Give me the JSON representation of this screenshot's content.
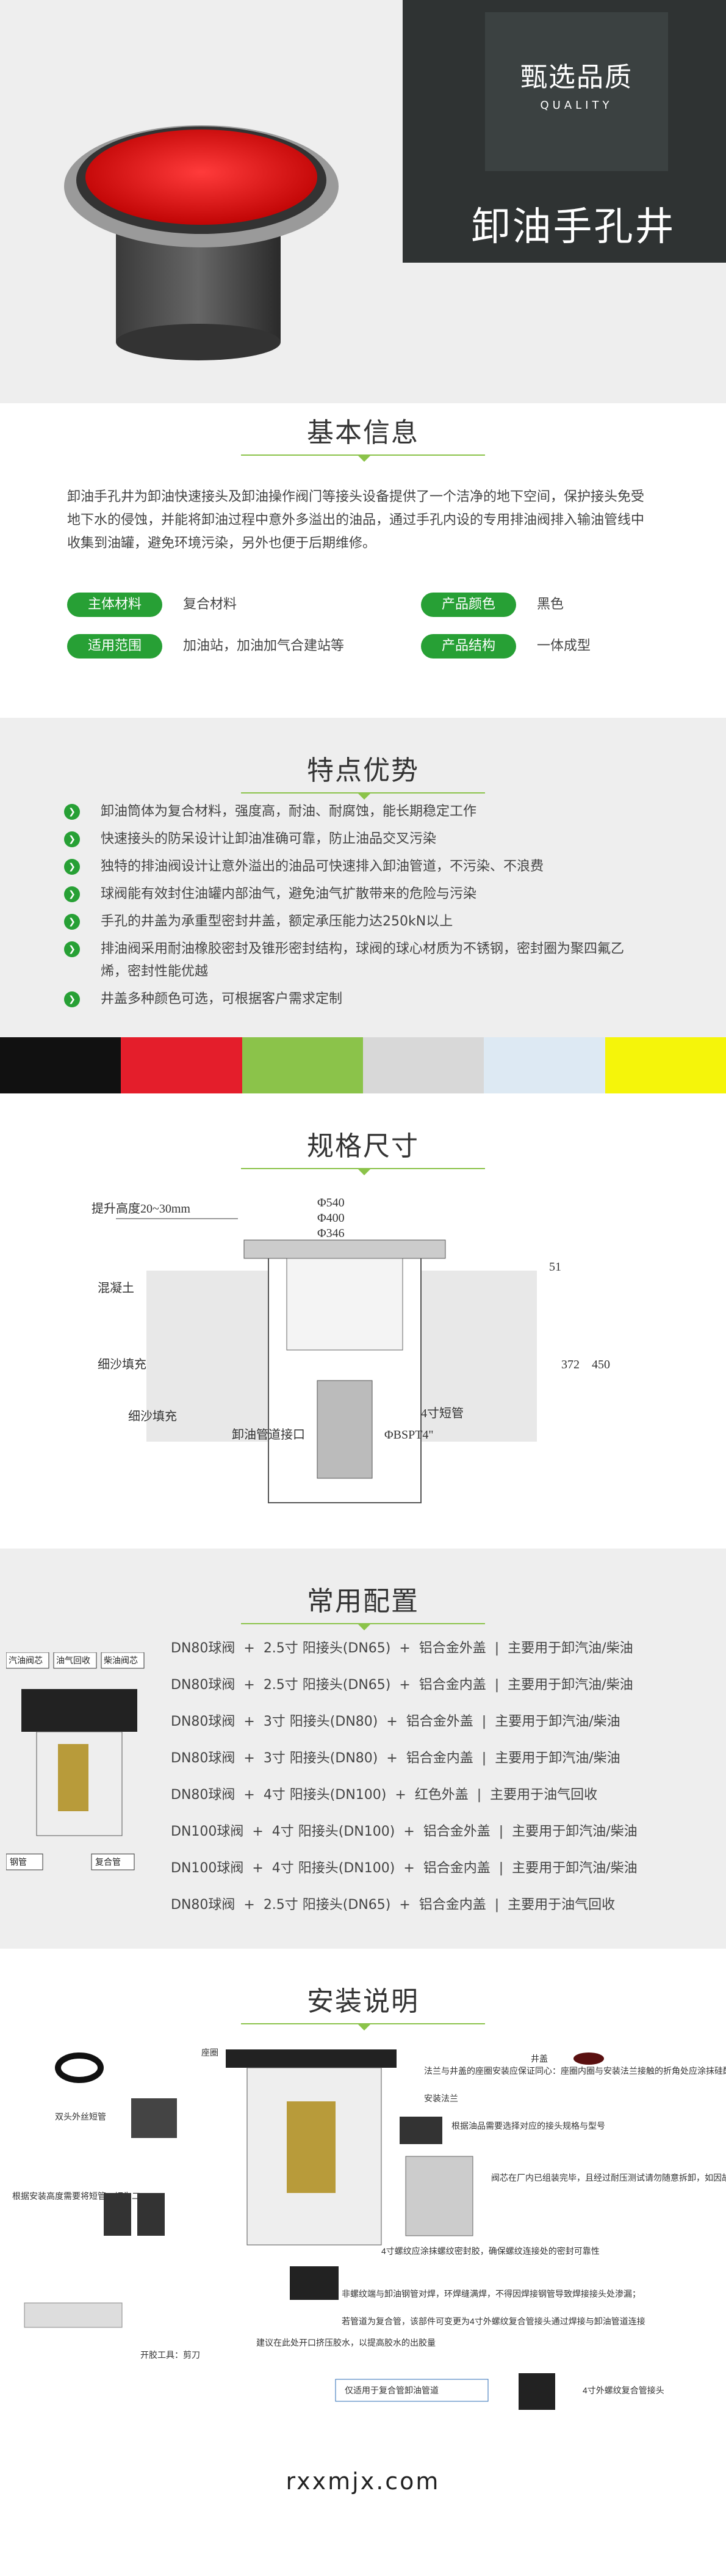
{
  "hero": {
    "quality_title": "甄选品质",
    "quality_sub": "QUALITY",
    "product_title": "卸油手孔井"
  },
  "basic": {
    "title": "基本信息",
    "intro": "卸油手孔井为卸油快速接头及卸油操作阀门等接头设备提供了一个洁净的地下空间，保护接头免受地下水的侵蚀，并能将卸油过程中意外多溢出的油品，通过手孔内设的专用排油阀排入输油管线中收集到油罐，避免环境污染，另外也便于后期维修。",
    "tags": [
      {
        "label": "主体材料",
        "value": "复合材料"
      },
      {
        "label": "产品颜色",
        "value": "黑色"
      },
      {
        "label": "适用范围",
        "value": "加油站，加油加气合建站等"
      },
      {
        "label": "产品结构",
        "value": "一体成型"
      }
    ]
  },
  "features": {
    "title": "特点优势",
    "items": [
      "卸油筒体为复合材料，强度高，耐油、耐腐蚀，能长期稳定工作",
      "快速接头的防呆设计让卸油准确可靠，防止油品交叉污染",
      "独特的排油阀设计让意外溢出的油品可快速排入卸油管道，不污染、不浪费",
      "球阀能有效封住油罐内部油气，避免油气扩散带来的危险与污染",
      "手孔的井盖为承重型密封井盖，额定承压能力达250kN以上",
      "排油阀采用耐油橡胶密封及锥形密封结构，球阀的球心材质为不锈钢，密封圈为聚四氟乙烯，密封性能优越",
      "井盖多种颜色可选，可根据客户需求定制"
    ],
    "swatch_colors": [
      "#111111",
      "#e41e2b",
      "#8bc34a",
      "#d8d8d8",
      "#dde9f3",
      "#f5f50a"
    ]
  },
  "spec": {
    "title": "规格尺寸",
    "labels": {
      "raise": "提升高度20~30mm",
      "d540": "Φ540",
      "d400": "Φ400",
      "d346": "Φ346",
      "dim51": "51",
      "dim372": "372",
      "dim450": "450",
      "concrete": "混凝土",
      "fine_sand": "细沙填充",
      "fine_sand2": "细沙填充",
      "short_pipe": "4寸短管",
      "interface": "卸油管道接口",
      "thread": "ΦBSPT4\""
    }
  },
  "config": {
    "title": "常用配置",
    "diagram_labels": [
      "汽油阀芯",
      "油气回收",
      "柴油阀芯",
      "钢管",
      "复合管"
    ],
    "rows": [
      {
        "valve": "DN80球阀",
        "joint": "2.5寸 阳接头(DN65)",
        "cover": "铝合金外盖",
        "use": "主要用于卸汽油/柴油"
      },
      {
        "valve": "DN80球阀",
        "joint": "2.5寸 阳接头(DN65)",
        "cover": "铝合金内盖",
        "use": "主要用于卸汽油/柴油"
      },
      {
        "valve": "DN80球阀",
        "joint": "3寸 阳接头(DN80)",
        "cover": "铝合金外盖",
        "use": "主要用于卸汽油/柴油"
      },
      {
        "valve": "DN80球阀",
        "joint": "3寸 阳接头(DN80)",
        "cover": "铝合金内盖",
        "use": "主要用于卸汽油/柴油"
      },
      {
        "valve": "DN80球阀",
        "joint": "4寸 阳接头(DN100)",
        "cover": "红色外盖",
        "use": "主要用于油气回收"
      },
      {
        "valve": "DN100球阀",
        "joint": "4寸 阳接头(DN100)",
        "cover": "铝合金外盖",
        "use": "主要用于卸汽油/柴油"
      },
      {
        "valve": "DN100球阀",
        "joint": "4寸 阳接头(DN100)",
        "cover": "铝合金内盖",
        "use": "主要用于卸汽油/柴油"
      },
      {
        "valve": "DN80球阀",
        "joint": "2.5寸 阳接头(DN65)",
        "cover": "铝合金内盖",
        "use": "主要用于油气回收"
      }
    ]
  },
  "install": {
    "title": "安装说明",
    "labels": {
      "gasket": "座圈",
      "cover": "井盖",
      "double_head": "双头外丝短管",
      "cut_note": "根据安装高度需要将短管一切为二",
      "flange_note": "法兰与井盖的座圈安装应保证同心：座圈内圈与安装法兰接触的折角处应涂抹硅酮结构胶；",
      "install_valve": "安装法兰",
      "joint_note": "根据油品需要选择对应的接头规格与型号",
      "core_note": "阀芯在厂内已组装完毕，且经过耐压测试请勿随意拆卸，如因故确实需要拆卸，请在拆装过程中保护好密封圈，防止因破损导致泄漏；",
      "thread_note": "4寸螺纹应涂抹螺纹密封胶，确保螺纹连接处的密封可靠性",
      "steel_note": "非螺纹端与卸油钢管对焊，环焊缝满焊，不得因焊接钢管导致焊接接头处渗漏；",
      "composite_note": "若管道为复合管，该部件可变更为4寸外螺纹复合管接头通过焊接与卸油管道连接",
      "glue_note": "建议在此处开口挤压胶水，以提高胶水的出胶量",
      "tool": "开胶工具：剪刀",
      "composite_only": "仅适用于复合管卸油管道",
      "composite_joint": "4寸外螺纹复合管接头"
    }
  },
  "footer": {
    "watermark": "rxxmjx.com"
  }
}
